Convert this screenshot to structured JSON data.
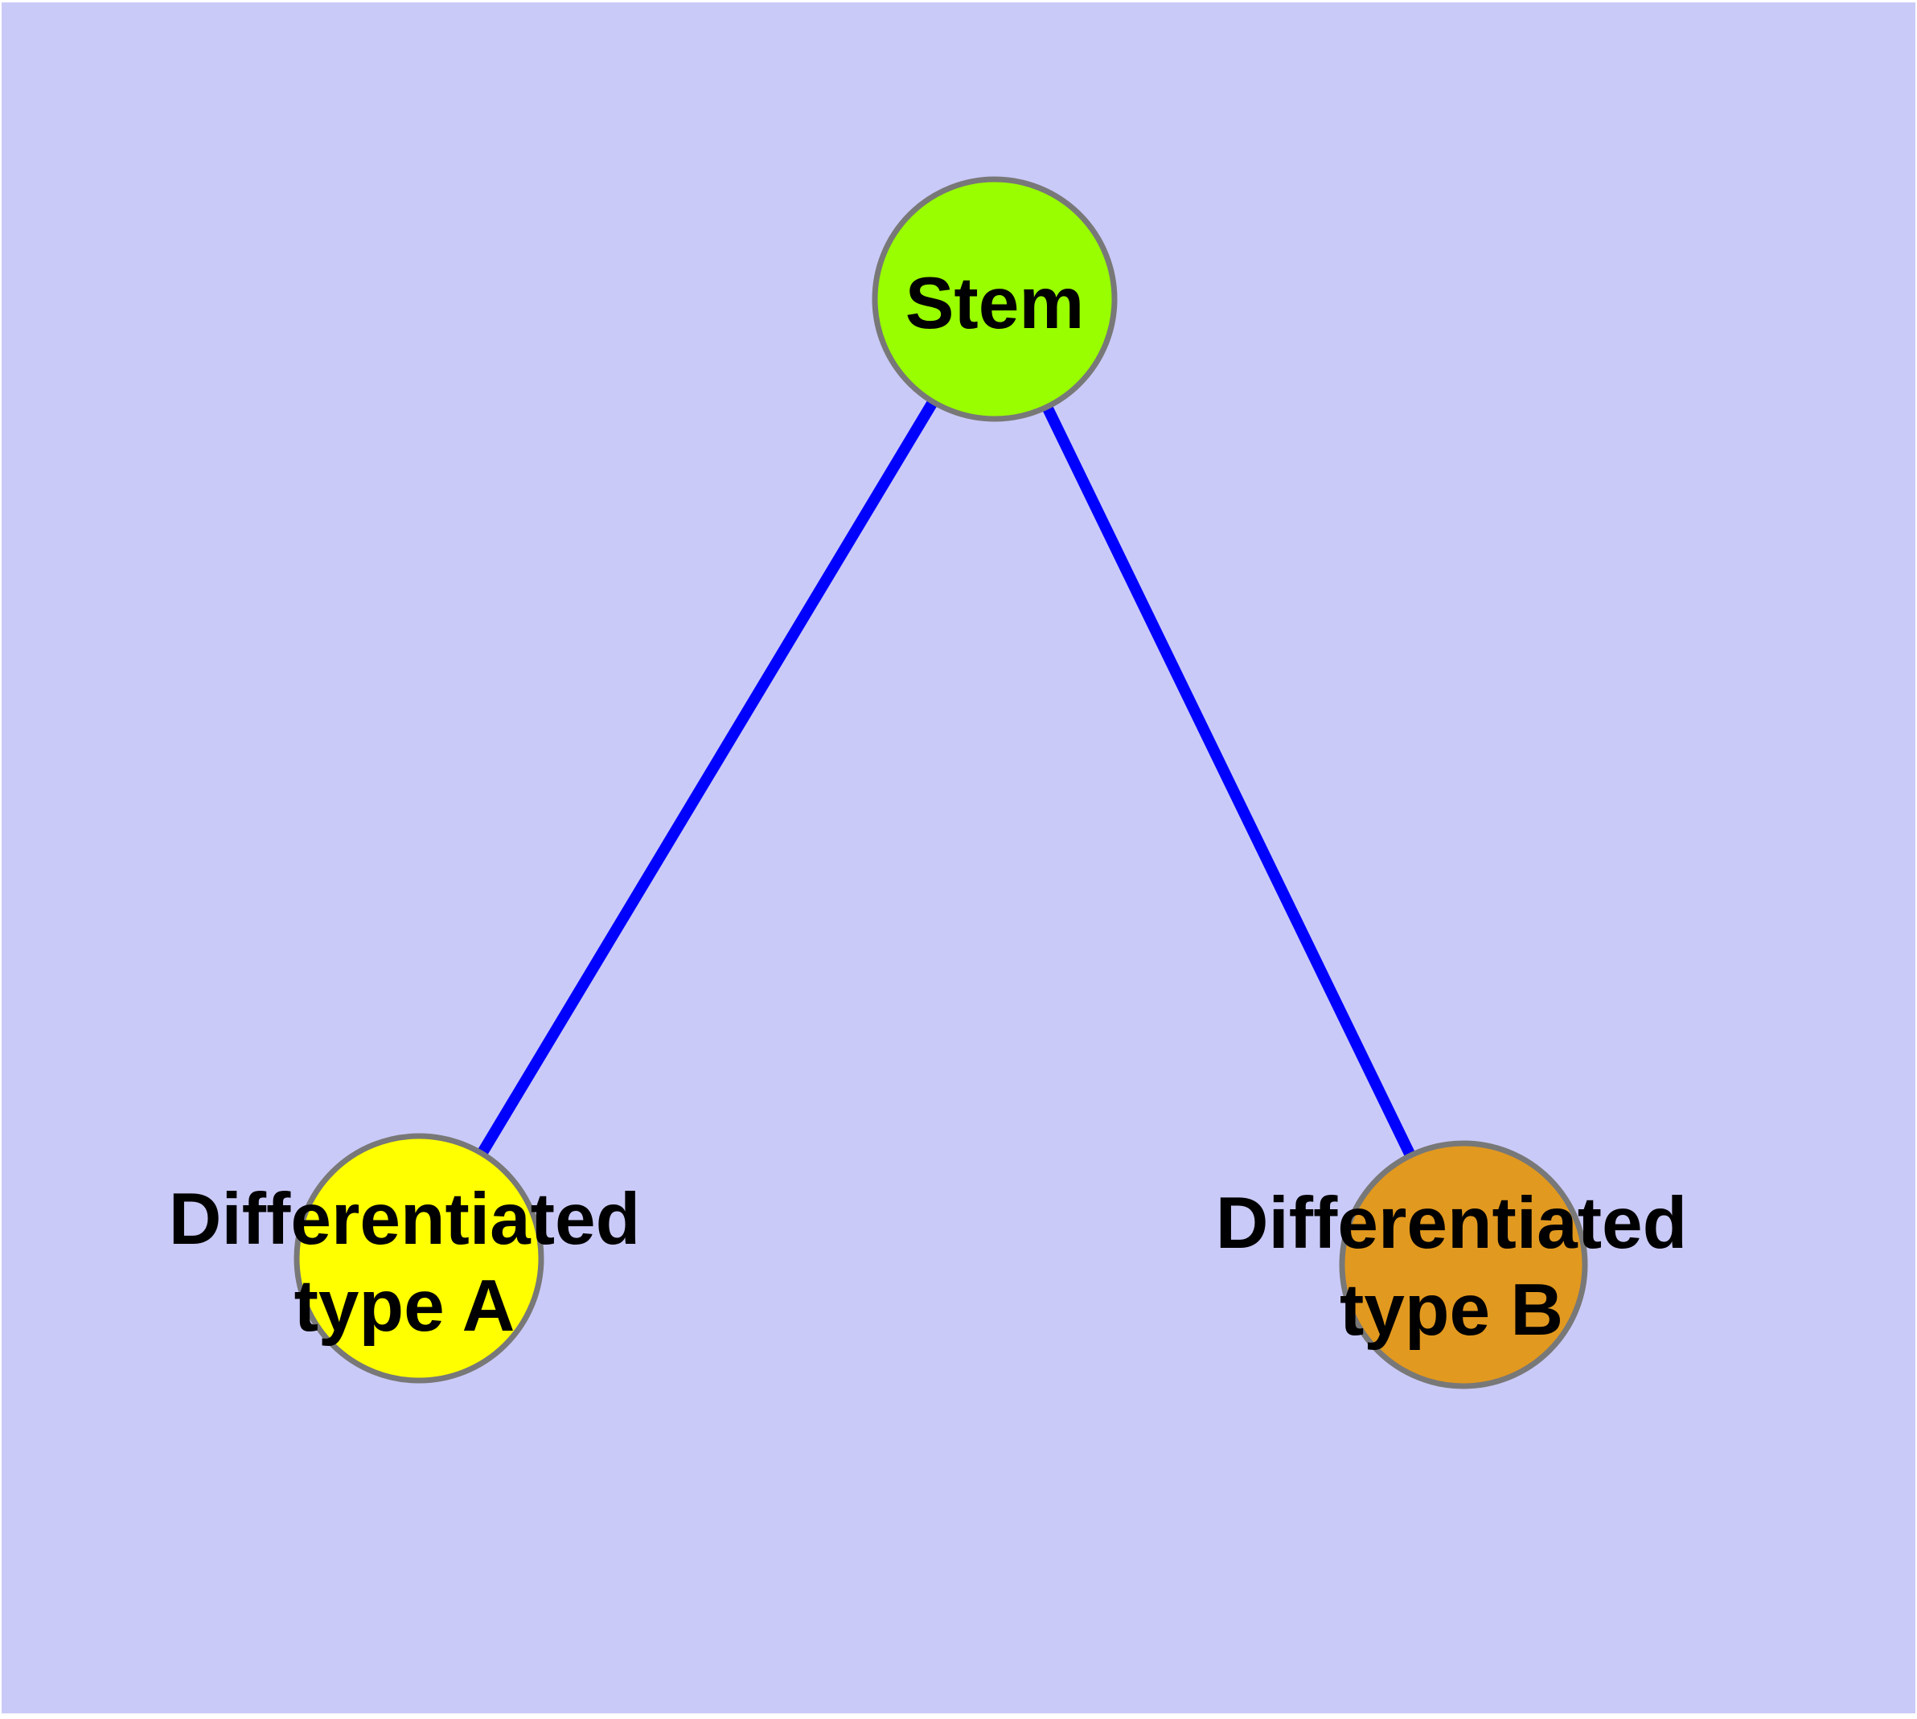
{
  "diagram": {
    "type": "node-link-graph",
    "background_color": "#CACAF8",
    "frame_color": "#FFFFFF",
    "edge_color": "#0000FF",
    "node_border_color": "#787878",
    "text_color": "#000000",
    "nodes": {
      "stem": {
        "label": "Stem",
        "fill": "#99FE00"
      },
      "type_a": {
        "label": "Differentiated type A",
        "line1": "Differentiated",
        "line2": "type A",
        "fill": "#FFFF00"
      },
      "type_b": {
        "label": "Differentiated type B",
        "line1": "Differentiated",
        "line2": "type B",
        "fill": "#E2991F"
      }
    },
    "edges": [
      {
        "from": "Stem",
        "to": "Differentiated type A"
      },
      {
        "from": "Stem",
        "to": "Differentiated type B"
      }
    ]
  }
}
